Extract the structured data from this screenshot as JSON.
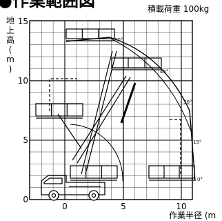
{
  "title": "●作業範囲図",
  "rated_load": "積載荷重 100kg",
  "y_axis": {
    "label_chars": [
      "地",
      "上",
      "高",
      "(",
      "m",
      ")"
    ],
    "ticks": [
      "15",
      "10",
      "5",
      "0"
    ]
  },
  "x_axis": {
    "label": "作業半径 (m",
    "ticks": [
      "0",
      "5",
      "10"
    ]
  },
  "boom_angle_labels": [
    "60°",
    "45°",
    "30°",
    "15°",
    "0°"
  ],
  "colors": {
    "ink": "#000000",
    "grid": "#444444",
    "background": "#ffffff"
  }
}
